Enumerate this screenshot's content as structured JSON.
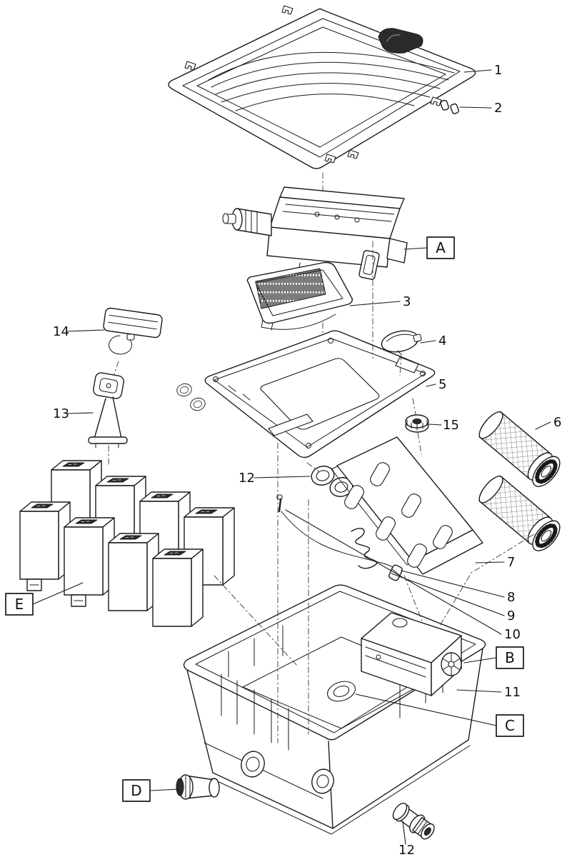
{
  "page": {
    "background": "#ffffff",
    "line_color": "#1a1a1a",
    "handle_color": "#2b2b2b"
  },
  "callouts": {
    "n1": "1",
    "n2": "2",
    "n3": "3",
    "n4": "4",
    "n5": "5",
    "n6": "6",
    "n7": "7",
    "n8": "8",
    "n9": "9",
    "n10": "10",
    "n11": "11",
    "n12": "12",
    "n12b": "12",
    "n13": "13",
    "n14": "14",
    "n15": "15"
  },
  "boxed_labels": {
    "a": "A",
    "b": "B",
    "c": "C",
    "d": "D",
    "e": "E"
  }
}
